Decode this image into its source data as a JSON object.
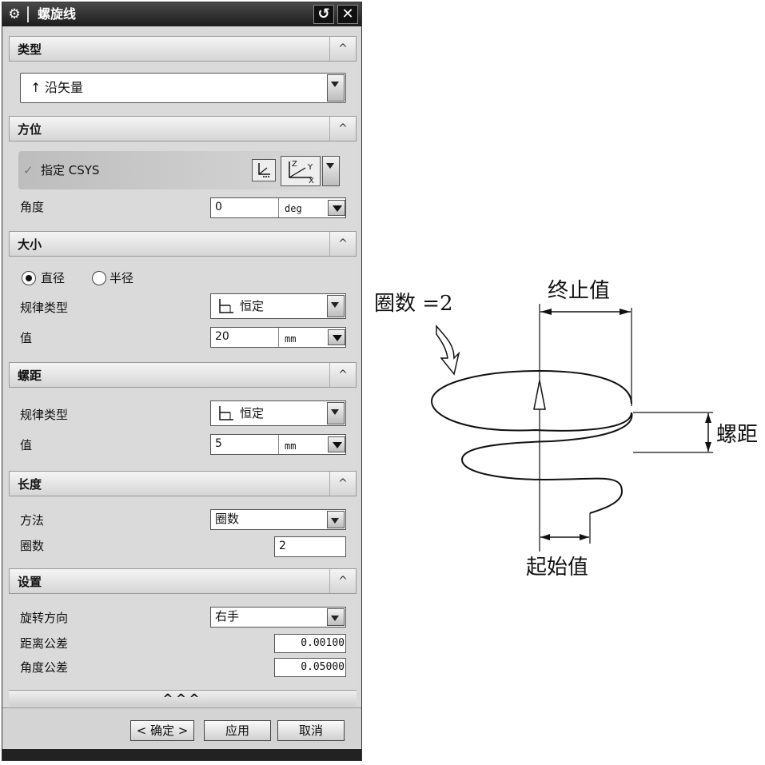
{
  "dialog": {
    "title": "螺旋线",
    "reset_icon": "↺",
    "close_icon": "✕",
    "gear_icon": "⚙"
  },
  "sections": {
    "type": {
      "title": "类型",
      "collapse_icon": "^",
      "type_value": "沿矢量",
      "type_icon": "↑"
    },
    "orientation": {
      "title": "方位",
      "collapse_icon": "^",
      "csys_label": "指定 CSYS",
      "check_icon": "✓",
      "angle_label": "角度",
      "angle_value": "0",
      "angle_unit": "deg"
    },
    "size": {
      "title": "大小",
      "collapse_icon": "^",
      "radio_diameter": "直径",
      "radio_radius": "半径",
      "selected": "直径",
      "law_label": "规律类型",
      "law_value": "恒定",
      "value_label": "值",
      "value": "20",
      "unit": "mm"
    },
    "pitch": {
      "title": "螺距",
      "collapse_icon": "^",
      "law_label": "规律类型",
      "law_value": "恒定",
      "value_label": "值",
      "value": "5",
      "unit": "mm"
    },
    "length": {
      "title": "长度",
      "collapse_icon": "^",
      "method_label": "方法",
      "method_value": "圈数",
      "turns_label": "圈数",
      "turns_value": "2"
    },
    "settings": {
      "title": "设置",
      "collapse_icon": "^",
      "rotation_label": "旋转方向",
      "rotation_value": "右手",
      "dist_tol_label": "距离公差",
      "dist_tol_value": "0.00100",
      "angle_tol_label": "角度公差",
      "angle_tol_value": "0.05000"
    }
  },
  "more_icon": "^^^",
  "buttons": {
    "ok": "< 确定 >",
    "apply": "应用",
    "cancel": "取消"
  },
  "diagram": {
    "turns_label": "圈数 =2",
    "end_label": "终止值",
    "pitch_label": "螺距",
    "start_label": "起始值"
  }
}
